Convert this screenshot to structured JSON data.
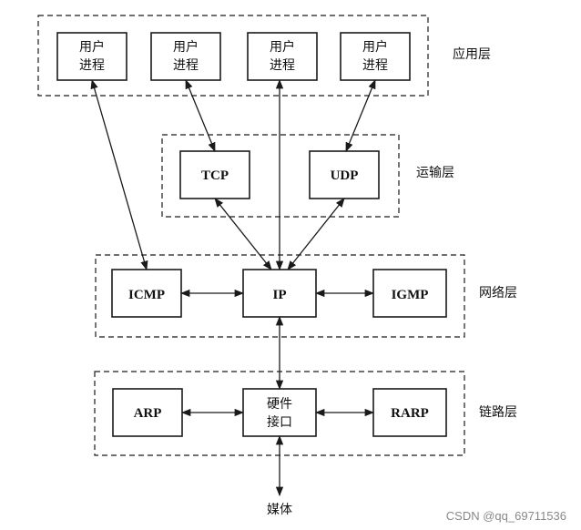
{
  "layers": {
    "application": "应用层",
    "transport": "运输层",
    "network": "网络层",
    "link": "链路层"
  },
  "nodes": {
    "user_process_1": [
      "用户",
      "进程"
    ],
    "user_process_2": [
      "用户",
      "进程"
    ],
    "user_process_3": [
      "用户",
      "进程"
    ],
    "user_process_4": [
      "用户",
      "进程"
    ],
    "tcp": "TCP",
    "udp": "UDP",
    "icmp": "ICMP",
    "ip": "IP",
    "igmp": "IGMP",
    "arp": "ARP",
    "hardware_interface": [
      "硬件",
      "接口"
    ],
    "rarp": "RARP",
    "media": "媒体"
  },
  "watermark": "CSDN @qq_69711536"
}
